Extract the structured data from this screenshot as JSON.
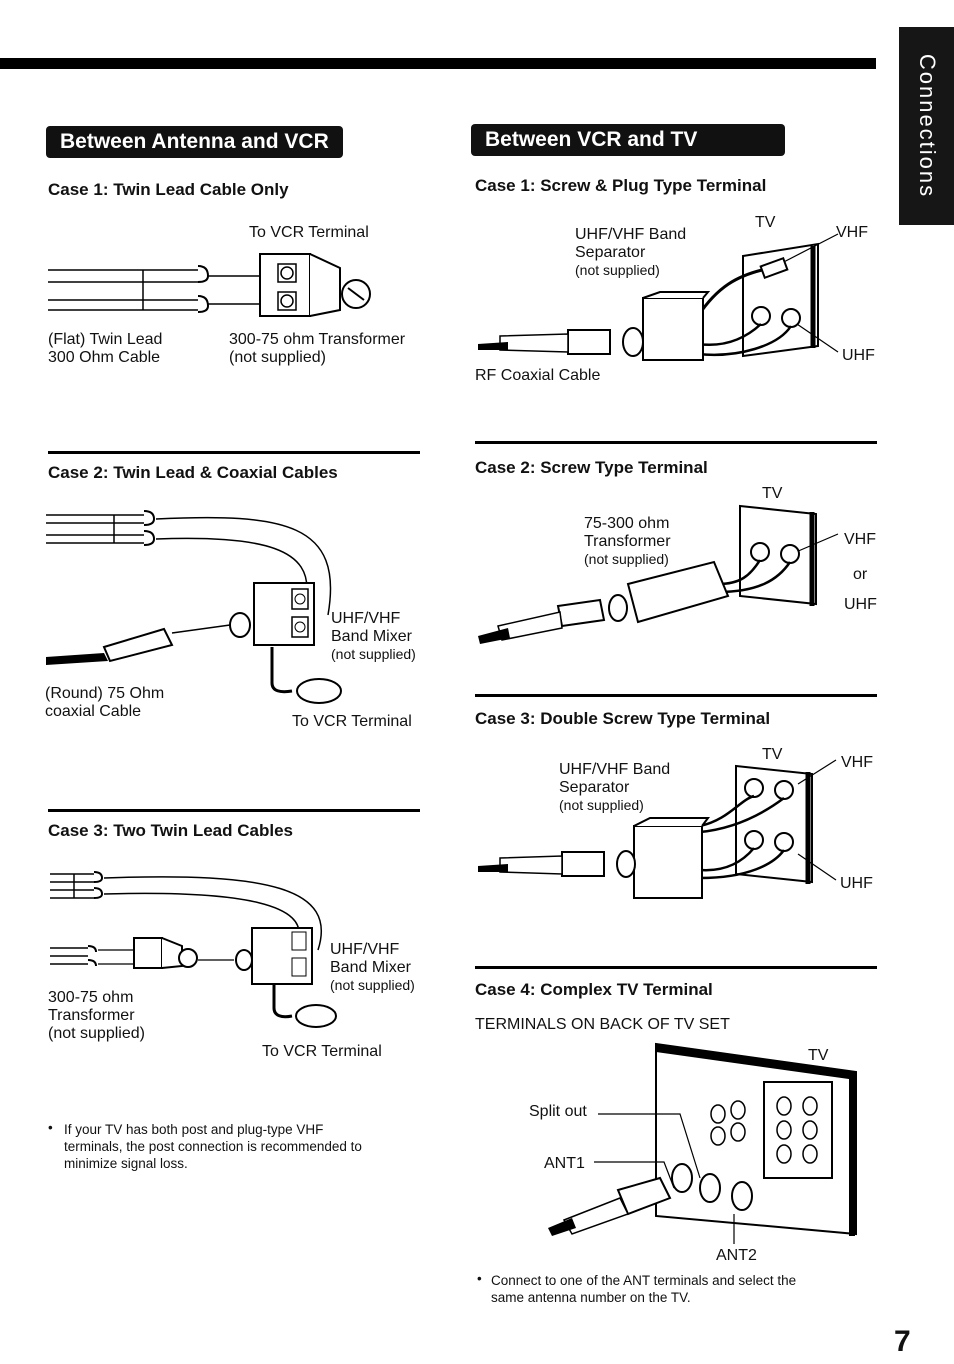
{
  "side_tab": "Connections",
  "page_number": "7",
  "left": {
    "banner": "Between Antenna and VCR",
    "case1": {
      "title": "Case 1: Twin Lead Cable Only",
      "to_vcr": "To VCR Terminal",
      "cable_line1": "(Flat) Twin Lead",
      "cable_line2": "300 Ohm Cable",
      "transformer_line1": "300-75 ohm Transformer",
      "transformer_line2": "(not supplied)"
    },
    "case2": {
      "title": "Case 2: Twin Lead & Coaxial Cables",
      "mixer_line1": "UHF/VHF",
      "mixer_line2": "Band Mixer",
      "mixer_note": "(not supplied)",
      "coax_line1": "(Round) 75 Ohm",
      "coax_line2": "coaxial Cable",
      "to_vcr": "To VCR Terminal"
    },
    "case3": {
      "title": "Case 3: Two Twin Lead Cables",
      "mixer_line1": "UHF/VHF",
      "mixer_line2": "Band Mixer",
      "mixer_note": "(not supplied)",
      "transformer_line1": "300-75 ohm",
      "transformer_line2": "Transformer",
      "transformer_line3": "(not supplied)",
      "to_vcr": "To VCR Terminal"
    },
    "note": "If your TV has both post and plug-type VHF\nterminals, the post connection is recommended to\nminimize signal loss."
  },
  "right": {
    "banner": "Between VCR and TV",
    "case1": {
      "title": "Case 1: Screw & Plug Type Terminal",
      "sep_line1": "UHF/VHF Band",
      "sep_line2": "Separator",
      "sep_note": "(not supplied)",
      "tv": "TV",
      "vhf": "VHF",
      "uhf": "UHF",
      "rf": "RF Coaxial Cable"
    },
    "case2": {
      "title": "Case 2: Screw Type Terminal",
      "tv": "TV",
      "tr_line1": "75-300 ohm",
      "tr_line2": "Transformer",
      "tr_note": "(not supplied)",
      "vhf": "VHF",
      "or": "or",
      "uhf": "UHF"
    },
    "case3": {
      "title": "Case 3: Double Screw Type Terminal",
      "sep_line1": "UHF/VHF Band",
      "sep_line2": "Separator",
      "sep_note": "(not supplied)",
      "tv": "TV",
      "vhf": "VHF",
      "uhf": "UHF"
    },
    "case4": {
      "title": "Case 4: Complex TV Terminal",
      "subtitle": "TERMINALS ON BACK OF TV SET",
      "tv": "TV",
      "split_out": "Split out",
      "ant1": "ANT1",
      "ant2": "ANT2"
    },
    "note": "Connect to one of the ANT terminals and select the\nsame antenna number on the TV."
  }
}
